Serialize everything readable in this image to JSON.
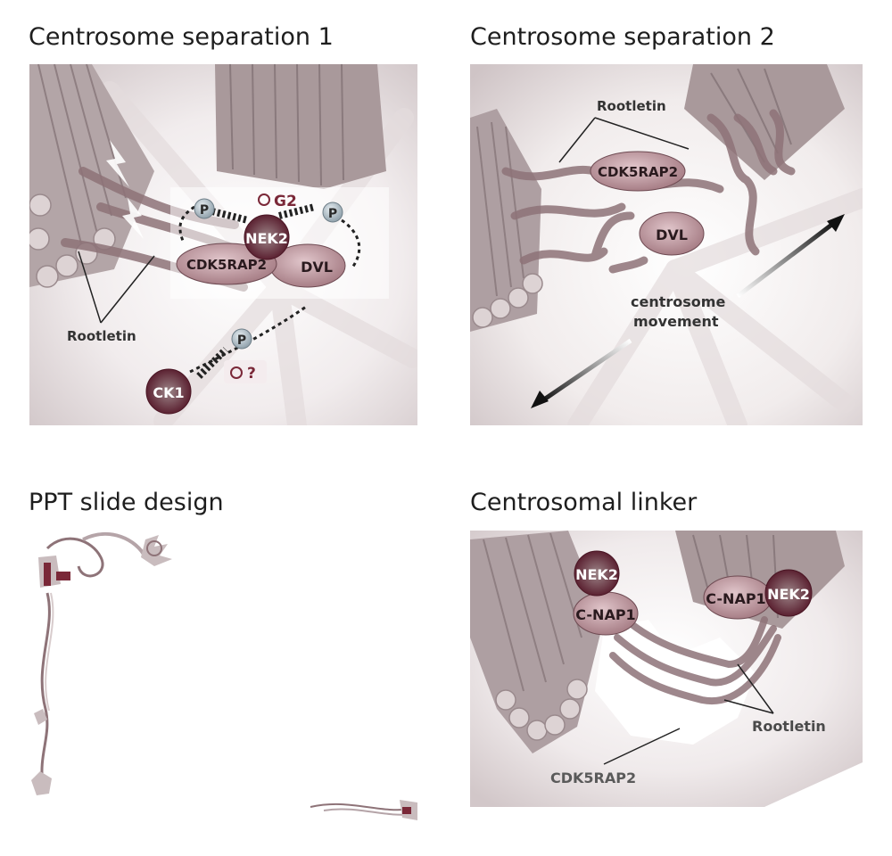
{
  "panels": {
    "sep1": {
      "title": "Centrosome separation 1",
      "labels": {
        "rootletin": "Rootletin",
        "nek2": "NEK2",
        "cdk5rap2": "CDK5RAP2",
        "dvl": "DVL",
        "ck1": "CK1",
        "phospho": "P",
        "phase_g2": "G2",
        "phase_unknown": "?"
      }
    },
    "sep2": {
      "title": "Centrosome separation 2",
      "labels": {
        "rootletin": "Rootletin",
        "cdk5rap2": "CDK5RAP2",
        "dvl": "DVL",
        "movement_line1": "centrosome",
        "movement_line2": "movement"
      }
    },
    "ppt": {
      "title": "PPT slide design"
    },
    "linker": {
      "title": "Centrosomal linker",
      "labels": {
        "nek2_left": "NEK2",
        "nek2_right": "NEK2",
        "cnap1_left": "C-NAP1",
        "cnap1_right": "C-NAP1",
        "rootletin": "Rootletin",
        "cdk5rap2": "CDK5RAP2"
      }
    }
  },
  "colors": {
    "protein_dark": "#7a2838",
    "protein_light": "#c8a1a8",
    "tube": "#a8999a",
    "fiber": "#8e7378",
    "phospho": "#b8c4cc"
  }
}
